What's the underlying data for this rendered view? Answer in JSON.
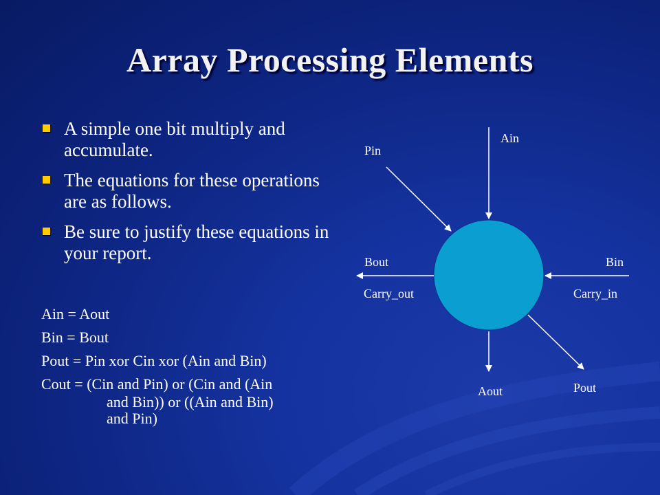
{
  "slide": {
    "title": "Array Processing Elements",
    "bullets": [
      "A simple one bit multiply and accumulate.",
      "The equations for these operations are as follows.",
      "Be sure to justify these equations in your report."
    ],
    "equations": {
      "ain": "Ain = Aout",
      "bin": "Bin = Bout",
      "pout": "Pout = Pin xor Cin xor (Ain and Bin)",
      "cout_line1": "Cout = (Cin and Pin) or (Cin and (Ain",
      "cout_line2": "and Bin)) or ((Ain and Bin)",
      "cout_line3": "and Pin)"
    }
  },
  "diagram": {
    "labels": {
      "ain": "Ain",
      "pin": "Pin",
      "bout": "Bout",
      "bin": "Bin",
      "carry_out": "Carry_out",
      "carry_in": "Carry_in",
      "aout": "Aout",
      "pout": "Pout"
    }
  },
  "colors": {
    "background": "#1533a0",
    "bullet": "#ffcc00",
    "node_fill": "#0a9fd0",
    "text": "#ffffff"
  }
}
